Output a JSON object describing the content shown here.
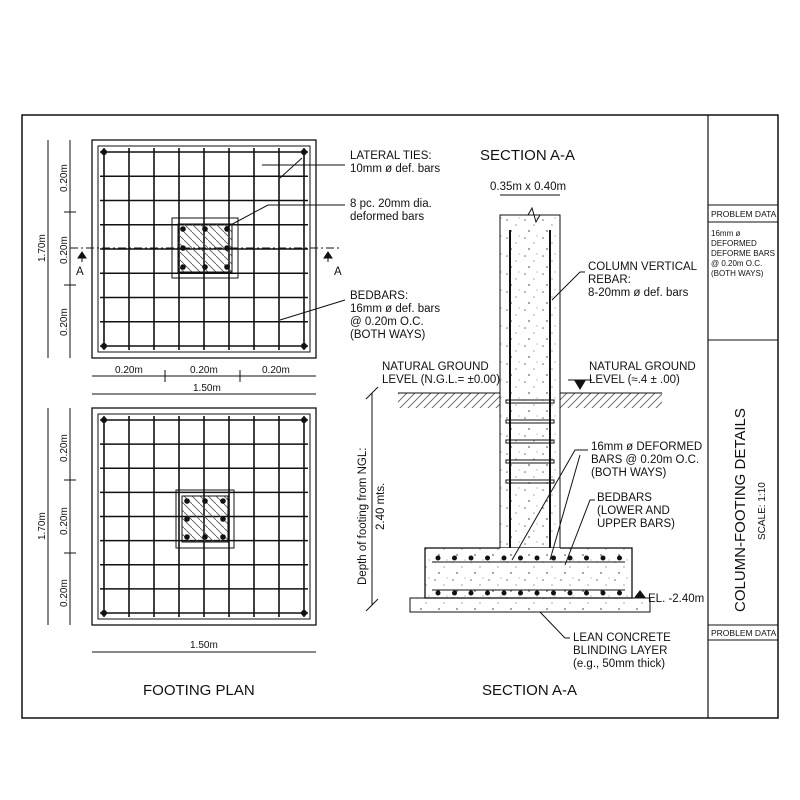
{
  "plan_top": {
    "dims_left": [
      "0.20m",
      "0.20m",
      "0.20m"
    ],
    "overall_left": "1.70m",
    "dims_bottom": [
      "0.20m",
      "0.20m",
      "0.20m"
    ],
    "overall_bottom": "1.50m",
    "section_marker": "A",
    "labels": {
      "ties_1": "LATERAL TIES:",
      "ties_2": "10mm ø def. bars",
      "bars_1": "8 pc. 20mm dia.",
      "bars_2": "deformed bars",
      "bed_1": "BEDBARS:",
      "bed_2": "16mm ø def. bars",
      "bed_3": "@ 0.20m O.C.",
      "bed_4": "(BOTH WAYS)"
    }
  },
  "plan_bottom": {
    "dims_left": [
      "0.20m",
      "0.20m",
      "0.20m"
    ],
    "overall_left": "1.70m",
    "overall_bottom": "1.50m",
    "title": "FOOTING PLAN"
  },
  "section": {
    "title_top": "SECTION A-A",
    "column_size": "0.35m x 0.40m",
    "col_rebar_1": "COLUMN VERTICAL",
    "col_rebar_2": "REBAR:",
    "col_rebar_3": "8-20mm ø def. bars",
    "ngl_left_1": "NATURAL GROUND",
    "ngl_left_2": "LEVEL (N.G.L.= ±0.00)",
    "ngl_right_1": "NATURAL GROUND",
    "ngl_right_2": "LEVEL (≈.4 ± .00)",
    "depth_1": "Depth of footing from NGL:",
    "depth_2": "2.40 mts.",
    "def_1": "16mm ø DEFORMED",
    "def_2": "BARS @ 0.20m O.C.",
    "def_3": "(BOTH WAYS)",
    "bed_1": "BEDBARS",
    "bed_2": "(LOWER AND",
    "bed_3": "UPPER BARS)",
    "elev": "EL. -2.40m",
    "lean_1": "LEAN CONCRETE",
    "lean_2": "BLINDING LAYER",
    "lean_3": "(e.g., 50mm thick)",
    "title_bottom": "SECTION A-A"
  },
  "title_block": {
    "problem_data_1": "PROBLEM DATA",
    "notes": [
      "16mm ø",
      "DEFORMED",
      "DEFORME BARS",
      "@ 0.20m O.C.",
      "(BOTH WAYS)"
    ],
    "title": "COLUMN-FOOTING DETAILS",
    "scale": "SCALE: 1:10",
    "problem_data_2": "PROBLEM DATA"
  }
}
